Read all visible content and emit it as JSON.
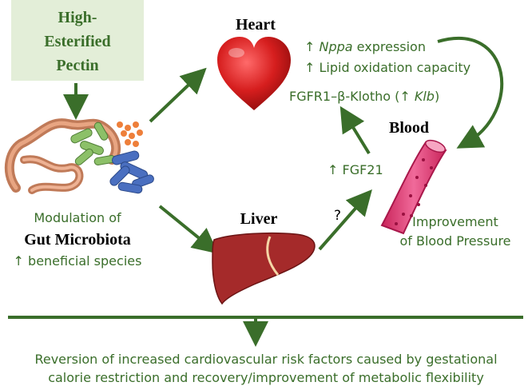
{
  "pectin_box": {
    "line1": "High-",
    "line2": "Esterified",
    "line3": "Pectin"
  },
  "heart": {
    "title": "Heart",
    "line1_prefix": "↑ ",
    "line1_italic": "Nppa",
    "line1_suffix": " expression",
    "line2": "↑ Lipid oxidation capacity",
    "receptor_prefix": "FGFR1–β-Klotho (↑ ",
    "receptor_italic": "Klb",
    "receptor_suffix": ")"
  },
  "blood": {
    "title": "Blood",
    "line1": "Improvement",
    "line2": "of Blood Pressure"
  },
  "liver": {
    "title": "Liver",
    "question": "?",
    "fgf21": "↑ FGF21"
  },
  "gut": {
    "line1": "Modulation of",
    "line2": "Gut Microbiota",
    "line3": "↑ beneficial species"
  },
  "conclusion": {
    "line1": "Reversion of increased cardiovascular risk factors caused by gestational",
    "line2": "calorie restriction and recovery/improvement of metabolic flexibility"
  },
  "colors": {
    "arrow": "#3a6e2a",
    "text_green": "#3a6e2a",
    "box_fill": "#e3eed8",
    "heart_red": "#d01c1c",
    "liver_red": "#a52a2a",
    "vessel_pink": "#e6447d"
  }
}
